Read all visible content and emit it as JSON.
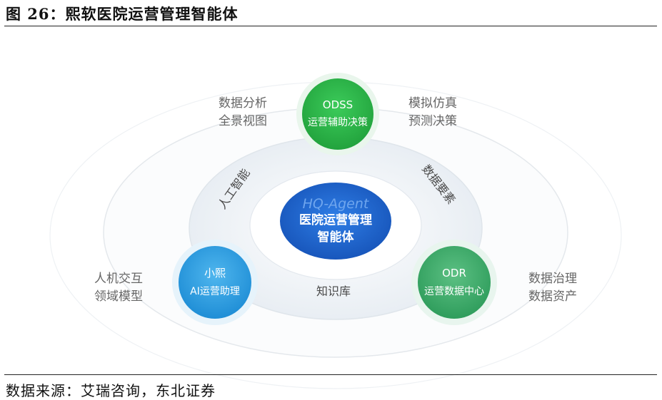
{
  "figure": {
    "title": "图 26：熙软医院运营管理智能体",
    "source": "数据来源：艾瑞咨询，东北证券"
  },
  "center": {
    "watermark": "HQ-Agent",
    "line1": "医院运营管理",
    "line2": "智能体"
  },
  "nodes": {
    "odss": {
      "line1": "ODSS",
      "line2": "运营辅助决策",
      "color": "#2bb24c"
    },
    "xiaoxi": {
      "line1": "小熙",
      "line2": "AI运营助理",
      "color": "#2a9fe0"
    },
    "odr": {
      "line1": "ODR",
      "line2": "运营数据中心",
      "color": "#3aa86a"
    }
  },
  "ring_labels": {
    "ai": "人工智能",
    "data_elements": "数据要素",
    "knowledge_base": "知识库"
  },
  "outer_labels": {
    "top_left": {
      "line1": "数据分析",
      "line2": "全景视图"
    },
    "top_right": {
      "line1": "模拟仿真",
      "line2": "预测决策"
    },
    "bottom_left": {
      "line1": "人机交互",
      "line2": "领域模型"
    },
    "bottom_right": {
      "line1": "数据治理",
      "line2": "数据资产"
    }
  },
  "colors": {
    "center_blue": "#1b5fc6",
    "ring_label": "#4a4a4a",
    "outer_label": "#666666"
  }
}
